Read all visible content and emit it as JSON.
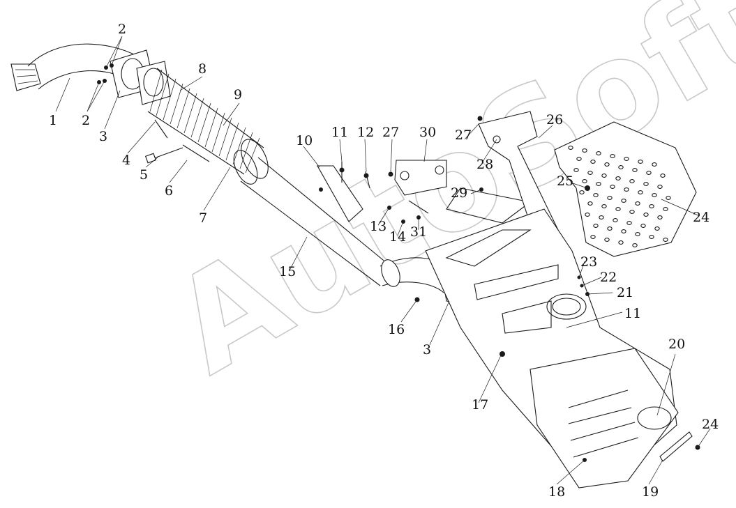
{
  "diagram": {
    "watermark": "AutoSoft",
    "callouts": [
      "1",
      "2",
      "2",
      "3",
      "3",
      "4",
      "5",
      "6",
      "7",
      "8",
      "9",
      "10",
      "11",
      "11",
      "12",
      "13",
      "14",
      "15",
      "16",
      "17",
      "18",
      "19",
      "20",
      "21",
      "22",
      "23",
      "24",
      "24",
      "25",
      "26",
      "27",
      "27",
      "28",
      "29",
      "30",
      "31"
    ]
  },
  "colors": {
    "line": "#1a1a1a",
    "watermark": "#c8c8c8",
    "background": "#ffffff"
  }
}
